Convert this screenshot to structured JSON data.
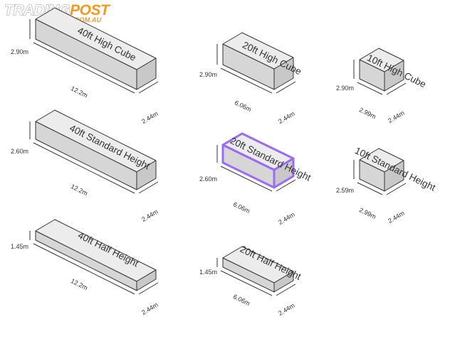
{
  "logo": {
    "part1": "TRADING",
    "part2": "POST",
    "sub": ".COM.AU"
  },
  "colors": {
    "box_front": "#d6d6d6",
    "box_top": "#ececec",
    "box_side": "#c8c8c8",
    "edge": "#333333",
    "highlight": "#9b6cf2"
  },
  "containers": [
    {
      "title": "40ft High Cube",
      "height": "2.90m",
      "length": "12.2m",
      "width": "2.44m",
      "highlighted": false
    },
    {
      "title": "20ft High Cube",
      "height": "2.90m",
      "length": "6.06m",
      "width": "2.44m",
      "highlighted": false
    },
    {
      "title": "10ft High Cube",
      "height": "2.90m",
      "length": "2.99m",
      "width": "2.44m",
      "highlighted": false
    },
    {
      "title": "40ft Standard Height",
      "height": "2.60m",
      "length": "12.2m",
      "width": "2.44m",
      "highlighted": false
    },
    {
      "title": "20ft Standard Height",
      "height": "2.60m",
      "length": "6.06m",
      "width": "2.44m",
      "highlighted": true
    },
    {
      "title": "10ft Standard Height",
      "height": "2.59m",
      "length": "2.99m",
      "width": "2.44m",
      "highlighted": false
    },
    {
      "title": "40ft Half Height",
      "height": "1.45m",
      "length": "12.2m",
      "width": "2.44m",
      "highlighted": false
    },
    {
      "title": "20ft Half Height",
      "height": "1.45m",
      "length": "6.06m",
      "width": "2.44m",
      "highlighted": false
    }
  ]
}
